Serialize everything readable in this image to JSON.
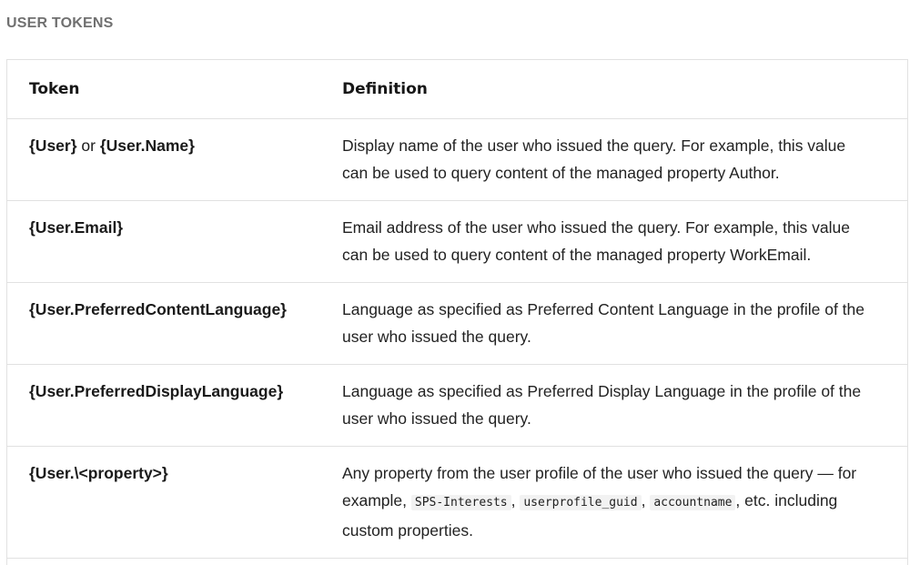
{
  "section": {
    "title": "USER TOKENS"
  },
  "table": {
    "headers": {
      "token": "Token",
      "definition": "Definition"
    },
    "rows": [
      {
        "token_a": "{User}",
        "token_or": " or ",
        "token_b": "{User.Name}",
        "definition": "Display name of the user who issued the query. For example, this value can be used to query content of the managed property Author."
      },
      {
        "token": "{User.Email}",
        "definition": "Email address of the user who issued the query. For example, this value can be used to query content of the managed property WorkEmail."
      },
      {
        "token": "{User.PreferredContentLanguage}",
        "definition": "Language as specified as Preferred Content Language in the profile of the user who issued the query."
      },
      {
        "token": "{User.PreferredDisplayLanguage}",
        "definition": "Language as specified as Preferred Display Language in the profile of the user who issued the query."
      },
      {
        "token": "{User.\\<property>}",
        "definition_pre": "Any property from the user profile of the user who issued the query — for example, ",
        "code_1": "SPS-Interests",
        "sep_1": ", ",
        "code_2": "userprofile_guid",
        "sep_2": ", ",
        "code_3": "accountname",
        "definition_post": ", etc. including custom properties."
      }
    ]
  }
}
